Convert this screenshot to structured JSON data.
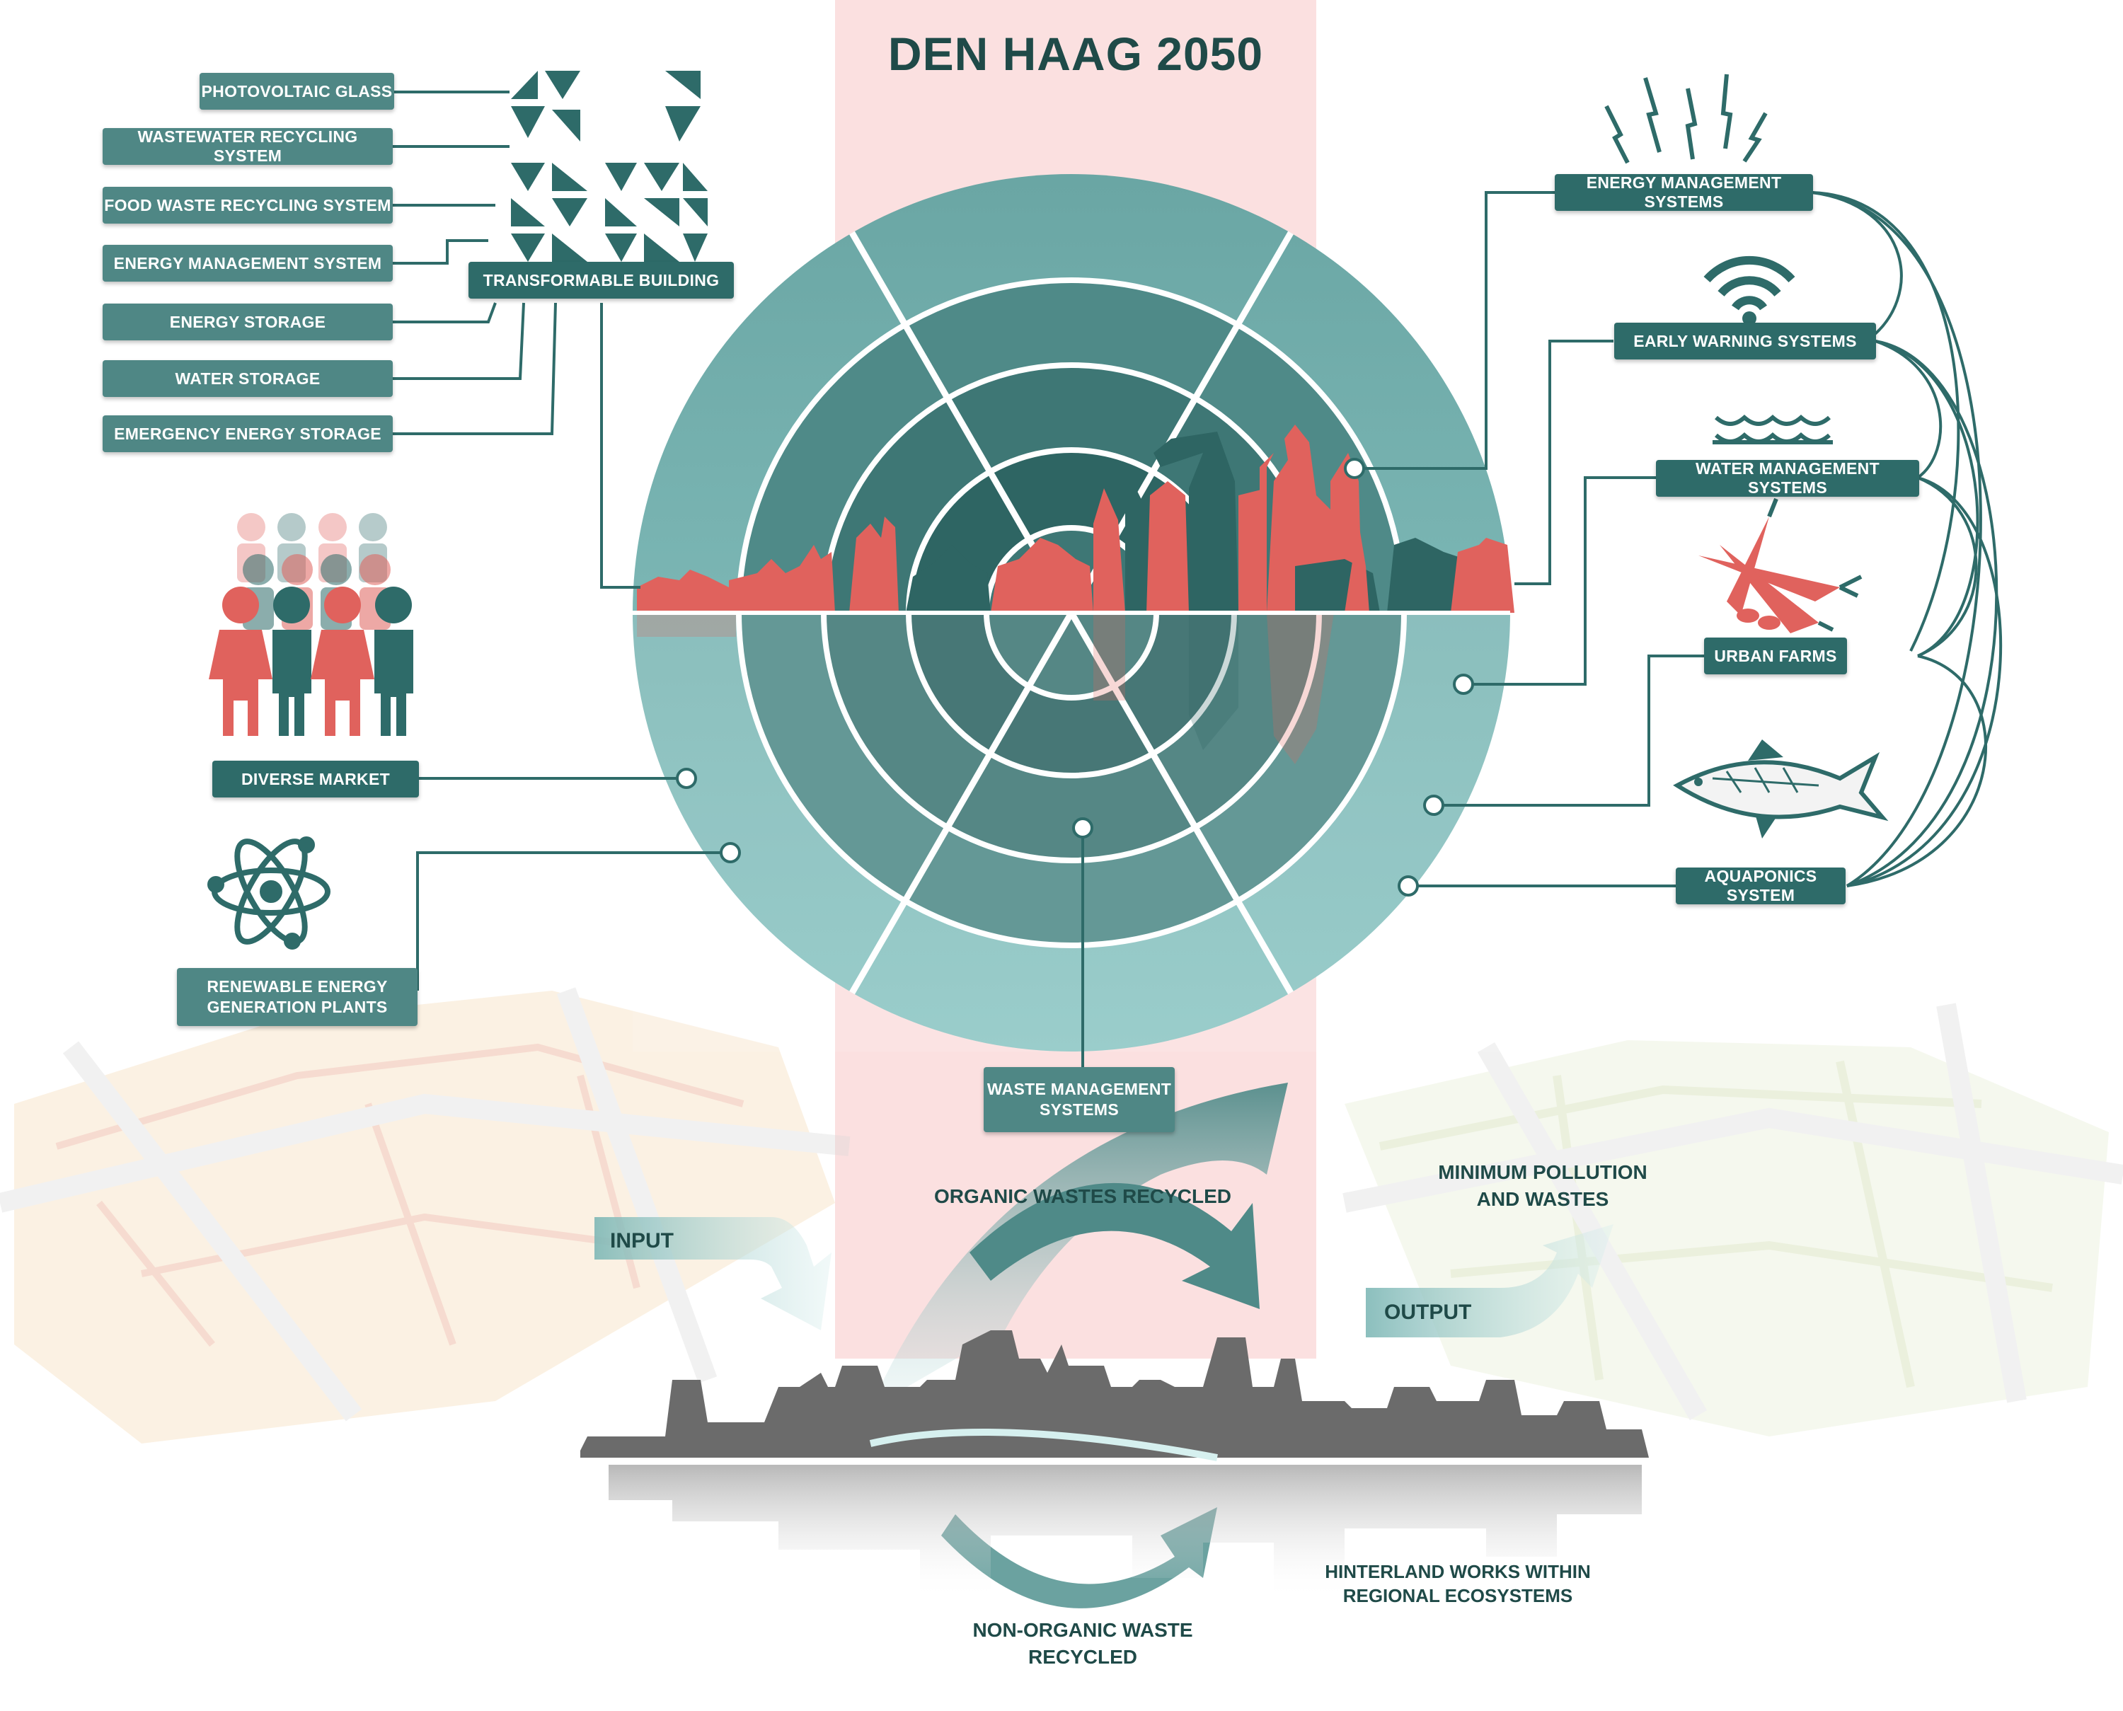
{
  "title": "DEN HAAG 2050",
  "left_labels": {
    "photovoltaic_glass": "PHOTOVOLTAIC GLASS",
    "wastewater_recycling": "WASTEWATER RECYCLING SYSTEM",
    "food_waste_recycling": "FOOD WASTE RECYCLING SYSTEM",
    "energy_management_system": "ENERGY MANAGEMENT SYSTEM",
    "energy_storage": "ENERGY STORAGE",
    "water_storage": "WATER STORAGE",
    "emergency_energy_storage": "EMERGENCY ENERGY STORAGE",
    "transformable_building": "TRANSFORMABLE BUILDING",
    "diverse_market": "DIVERSE MARKET",
    "renewable_energy_1": "RENEWABLE ENERGY",
    "renewable_energy_2": "GENERATION PLANTS"
  },
  "right_labels": {
    "energy_management_systems": "ENERGY MANAGEMENT SYSTEMS",
    "early_warning_systems": "EARLY WARNING SYSTEMS",
    "water_management_systems": "WATER MANAGEMENT SYSTEMS",
    "urban_farms": "URBAN FARMS",
    "aquaponics_system": "AQUAPONICS SYSTEM"
  },
  "bottom_labels": {
    "waste_management_1": "WASTE MANAGEMENT",
    "waste_management_2": "SYSTEMS",
    "organic_wastes": "ORGANIC WASTES RECYCLED",
    "input": "INPUT",
    "output": "OUTPUT",
    "min_pollution_1": "MINIMUM POLLUTION",
    "min_pollution_2": "AND WASTES",
    "non_organic_1": "NON-ORGANIC WASTE",
    "non_organic_2": "RECYCLED",
    "hinterland_1": "HINTERLAND WORKS WITHIN",
    "hinterland_2": "REGIONAL ECOSYSTEMS"
  },
  "colors": {
    "dark_teal": "#2e6b69",
    "mid_teal": "#6aa6a4",
    "light_teal": "#8cc6c4",
    "coral": "#e0625d",
    "pink_band": "#fbe0e0",
    "skyline_gray": "#6b6b6b"
  },
  "icons": [
    "lightning-icon",
    "wifi-icon",
    "waves-icon",
    "carrot-icon",
    "fish-icon",
    "atom-icon",
    "people-icon"
  ]
}
